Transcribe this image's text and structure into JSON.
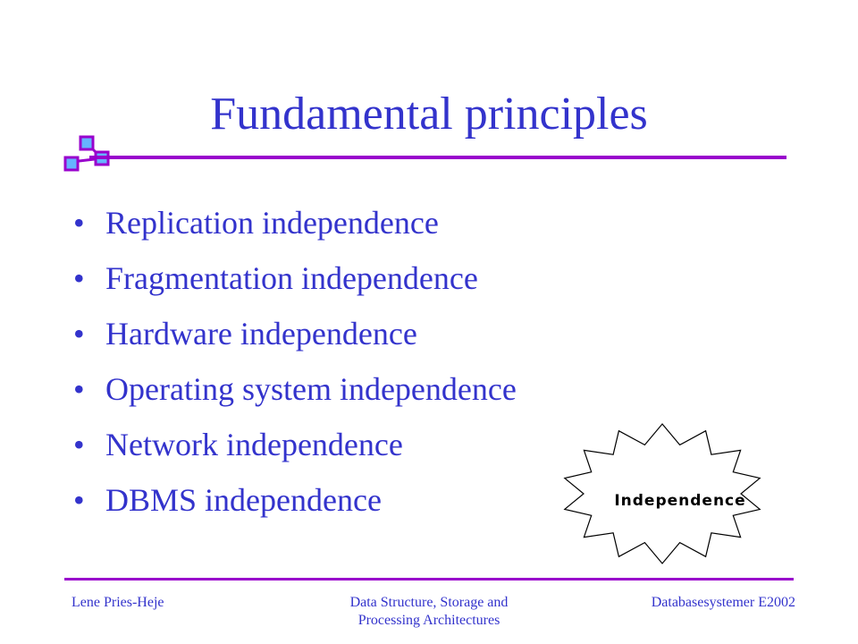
{
  "slide": {
    "title": "Fundamental principles",
    "bullet_glyph": "•",
    "bullets": [
      "Replication independence",
      "Fragmentation independence",
      "Hardware independence",
      "Operating system independence",
      "Network independence",
      "DBMS independence"
    ],
    "callout": "Independence"
  },
  "footer": {
    "author": "Lene Pries-Heje",
    "course_line1": "Data Structure, Storage and",
    "course_line2": "Processing Architectures",
    "course_code": "Databasesystemer E2002"
  },
  "colors": {
    "title": "#3333cc",
    "rule": "#9900cc",
    "text": "#3333cc",
    "square_fill": "#66b3ff",
    "square_border": "#9900cc"
  }
}
